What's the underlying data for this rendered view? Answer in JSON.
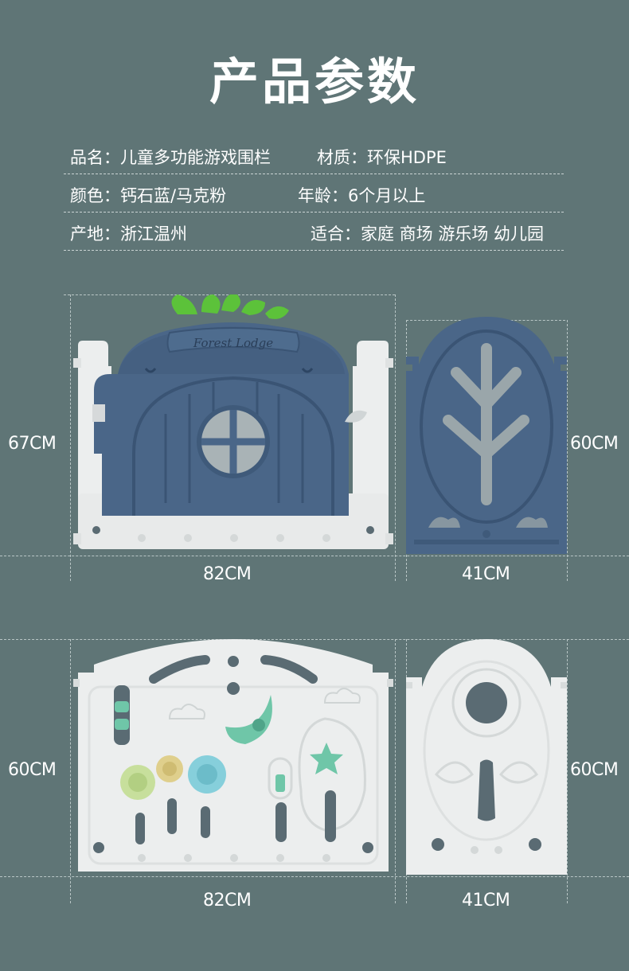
{
  "title": "产品参数",
  "specs": [
    {
      "left": "品名：儿童多功能游戏围栏",
      "right": "材质：环保HDPE"
    },
    {
      "left": "颜色：钙石蓝/马克粉",
      "right": "年龄：6个月以上"
    },
    {
      "left": "产地：浙江温州",
      "right": "适合：家庭 商场 游乐场 幼儿园"
    }
  ],
  "dimensions": {
    "top_left_height": "67CM",
    "top_left_width": "82CM",
    "top_right_height": "60CM",
    "top_right_width": "41CM",
    "bottom_left_height": "60CM",
    "bottom_left_width": "82CM",
    "bottom_right_height": "60CM",
    "bottom_right_width": "41CM"
  },
  "door_sign": "Forest Lodge",
  "colors": {
    "background": "#5f7576",
    "navy_panel": "#4a6688",
    "white_panel": "#eceeee",
    "mint": "#6fc6a8",
    "leaf_green": "#5cc23a"
  }
}
